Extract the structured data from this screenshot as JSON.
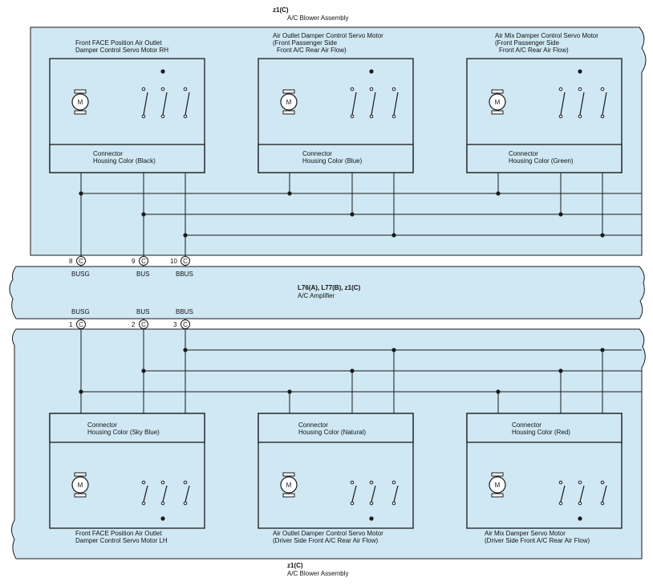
{
  "colors": {
    "panel_fill": "#cfe8f4",
    "line": "#1a1a1a",
    "box_fill": "#cfe8f4"
  },
  "top_assembly": {
    "code": "z1(C)",
    "name": "A/C Blower Assembly"
  },
  "bottom_assembly": {
    "code": "z1(C)",
    "name": "A/C Blower Assembly"
  },
  "amplifier": {
    "code": "L76(A), L77(B), z1(C)",
    "name": "A/C Amplifier"
  },
  "top_motors": [
    {
      "title_1": "Front FACE Position Air Outlet",
      "title_2": "Damper Control Servo Motor RH",
      "title_3": "",
      "connector_1": "Connector",
      "connector_2": "Housing Color (Black)",
      "motor_symbol": "M"
    },
    {
      "title_1": "Air Outlet Damper Control Servo Motor",
      "title_2": "(Front Passenger Side",
      "title_3": "Front A/C Rear Air Flow)",
      "connector_1": "Connector",
      "connector_2": "Housing Color (Blue)",
      "motor_symbol": "M"
    },
    {
      "title_1": "Air Mix Damper Control Servo Motor",
      "title_2": "(Front Passenger Side",
      "title_3": "Front A/C Rear Air Flow)",
      "connector_1": "Connector",
      "connector_2": "Housing Color (Green)",
      "motor_symbol": "M"
    }
  ],
  "bottom_motors": [
    {
      "title_1": "Front FACE Position Air Outlet",
      "title_2": "Damper Control Servo Motor LH",
      "connector_1": "Connector",
      "connector_2": "Housing Color (Sky Blue)",
      "motor_symbol": "M"
    },
    {
      "title_1": "Air Outlet Damper Control Servo Motor",
      "title_2": "(Driver Side Front A/C Rear Air Flow)",
      "connector_1": "Connector",
      "connector_2": "Housing Color (Natural)",
      "motor_symbol": "M"
    },
    {
      "title_1": "Air Mix Damper Servo Motor",
      "title_2": "(Driver Side Front A/C Rear Air Flow)",
      "connector_1": "Connector",
      "connector_2": "Housing Color (Red)",
      "motor_symbol": "M"
    }
  ],
  "top_pins": [
    {
      "num": "8",
      "conn": "C",
      "signal": "BUSG"
    },
    {
      "num": "9",
      "conn": "C",
      "signal": "BUS"
    },
    {
      "num": "10",
      "conn": "C",
      "signal": "BBUS"
    }
  ],
  "bottom_pins": [
    {
      "num": "1",
      "conn": "C",
      "signal": "BUSG"
    },
    {
      "num": "2",
      "conn": "C",
      "signal": "BUS"
    },
    {
      "num": "3",
      "conn": "C",
      "signal": "BBUS"
    }
  ]
}
